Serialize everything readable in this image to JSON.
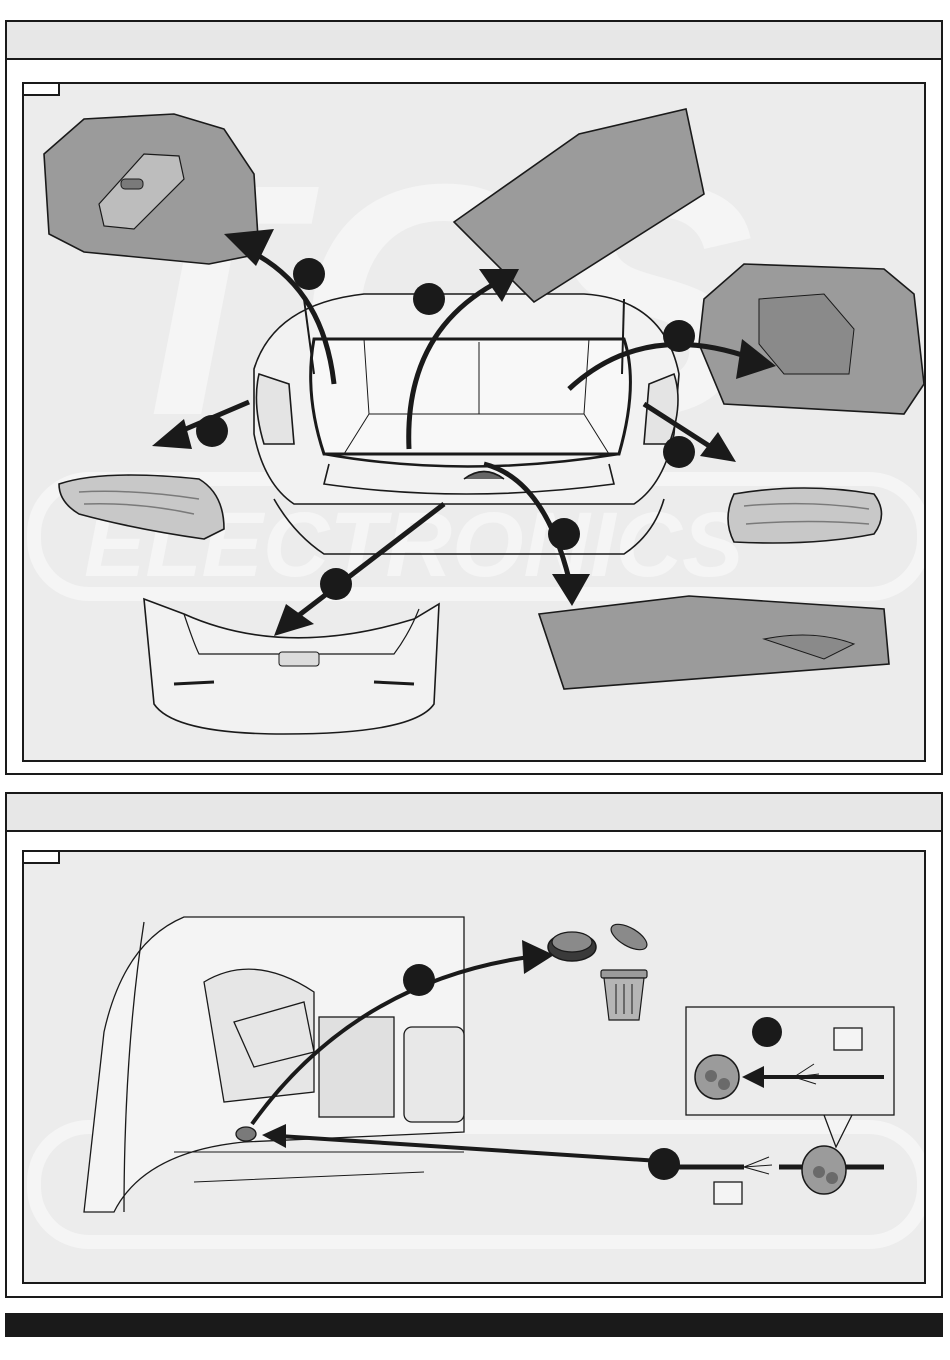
{
  "watermark": {
    "brand_letters": "TCS",
    "brand_word": "ELECTRONICS"
  },
  "colors": {
    "part_fill": "#9b9b9b",
    "part_light": "#c8c8c8",
    "ink": "#1a1a1a",
    "panel_bg": "#ececec",
    "header_bg": "#e7e7e7"
  },
  "steps": [
    {
      "header": "",
      "tab": "",
      "parts": [
        "left-side-trim",
        "parcel-shelf",
        "right-side-trim",
        "left-tail-light",
        "right-tail-light",
        "rear-bumper",
        "boot-sill-trim"
      ]
    },
    {
      "header": "",
      "tab": "",
      "parts": [
        "rubber-grommet",
        "trash-bin",
        "wiring-harness",
        "grommet-detail-inset"
      ]
    }
  ]
}
